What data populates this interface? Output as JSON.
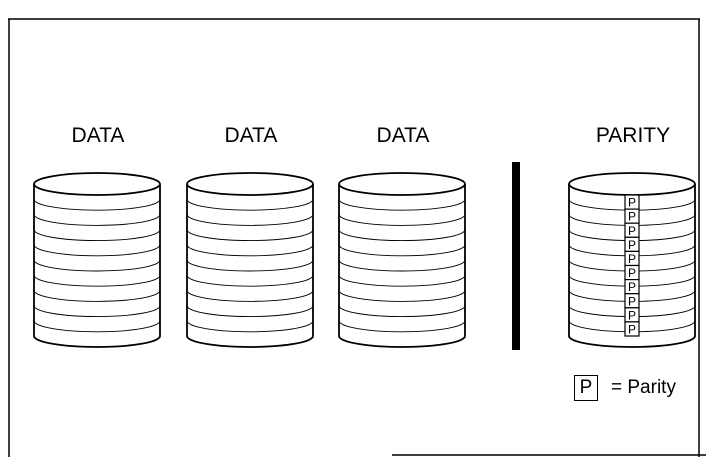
{
  "disks": [
    {
      "label": "DATA",
      "role": "data"
    },
    {
      "label": "DATA",
      "role": "data"
    },
    {
      "label": "DATA",
      "role": "data"
    },
    {
      "label": "PARITY",
      "role": "parity"
    }
  ],
  "platter_lines_per_disk": 9,
  "parity_block_letter": "P",
  "legend": {
    "symbol": "P",
    "text": "= Parity"
  }
}
